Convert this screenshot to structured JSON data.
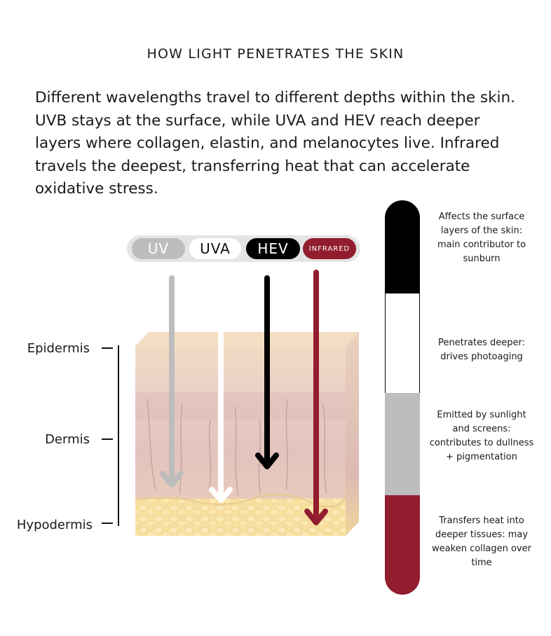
{
  "title": "HOW LIGHT PENETRATES THE SKIN",
  "intro": "Different wavelengths travel to different depths within the skin. UVB stays at the surface, while UVA and HEV reach deeper layers where collagen, elastin, and melanocytes live. Infrared travels the deepest, transferring heat that can accelerate oxidative stress.",
  "light_types": {
    "uv": {
      "label": "UV",
      "color": "#bdbdbd"
    },
    "uva": {
      "label": "UVA",
      "color": "#ffffff"
    },
    "hev": {
      "label": "HEV",
      "color": "#000000"
    },
    "infrared": {
      "label": "INFRARED",
      "color": "#921d2e"
    }
  },
  "layers": {
    "epidermis": "Epidermis",
    "dermis": "Dermis",
    "hypodermis": "Hypodermis"
  },
  "effects": {
    "surface": "Affects the surface layers of the skin: main contributor to sunburn",
    "deeper": "Penetrates deeper: drives photoaging",
    "screens": "Emitted by sunlight and screens: contributes to dullness + pigmentation",
    "heat": "Transfers heat into deeper tissues: may weaken collagen over time"
  },
  "colors": {
    "skin_top": "#f3dcc0",
    "dermis": "#e8c8bd",
    "hypodermis": "#f6dc9a",
    "accent_red": "#921d2e"
  }
}
